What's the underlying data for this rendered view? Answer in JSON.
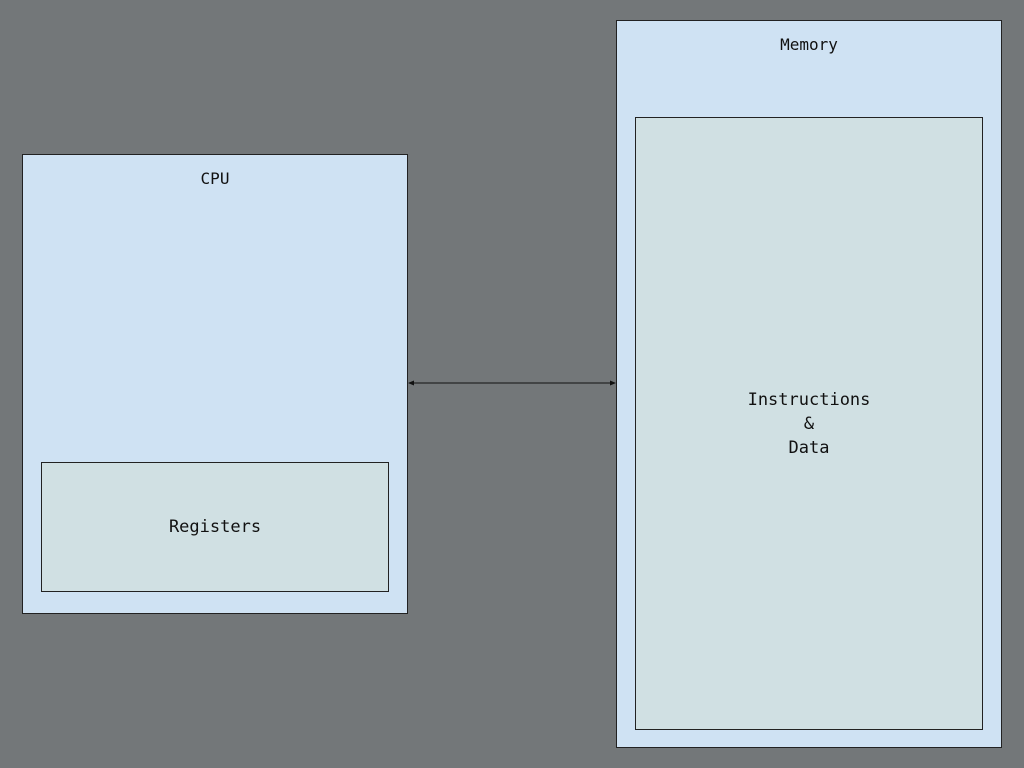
{
  "diagram": {
    "cpu": {
      "title": "CPU",
      "registers_label": "Registers"
    },
    "memory": {
      "title": "Memory",
      "contents_lines": [
        "Instructions",
        "&",
        "Data"
      ]
    },
    "colors": {
      "background": "#737779",
      "outer_box": "#cfe2f3",
      "inner_box": "#d0e0e3",
      "border": "#222222"
    }
  }
}
